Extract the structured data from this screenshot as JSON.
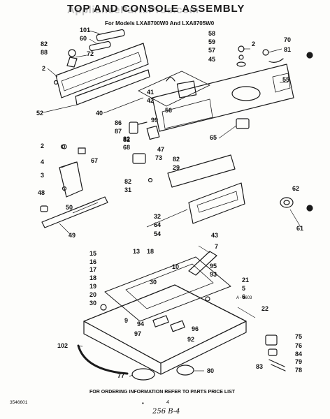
{
  "header": {
    "watermark": "AppliancePartsPros.com",
    "title": "TOP AND CONSOLE ASSEMBLY",
    "subtitle": "For Models LXA8700W0 And LXA8705W0"
  },
  "footer": {
    "ordering_note": "FOR ORDERING INFORMATION REFER TO PARTS PRICE LIST",
    "code": "3546601",
    "figure_id": "A - 4603",
    "page_number": "4",
    "handwritten": "256 B-4"
  },
  "callouts": [
    "101",
    "60",
    "72",
    "82",
    "88",
    "2",
    "52",
    "40",
    "41",
    "42",
    "56",
    "58",
    "59",
    "57",
    "45",
    "2",
    "70",
    "81",
    "55",
    "86",
    "87",
    "99",
    "82",
    "65",
    "2",
    "68",
    "82",
    "73",
    "47",
    "4",
    "67",
    "3",
    "48",
    "50",
    "49",
    "82",
    "29",
    "82",
    "31",
    "62",
    "32",
    "64",
    "54",
    "43",
    "61",
    "13",
    "18",
    "7",
    "15",
    "16",
    "17",
    "18",
    "19",
    "20",
    "30",
    "10",
    "95",
    "93",
    "21",
    "5",
    "6",
    "22",
    "30",
    "9",
    "94",
    "97",
    "96",
    "92",
    "102",
    "75",
    "76",
    "84",
    "79",
    "78",
    "83",
    "77",
    "80"
  ]
}
